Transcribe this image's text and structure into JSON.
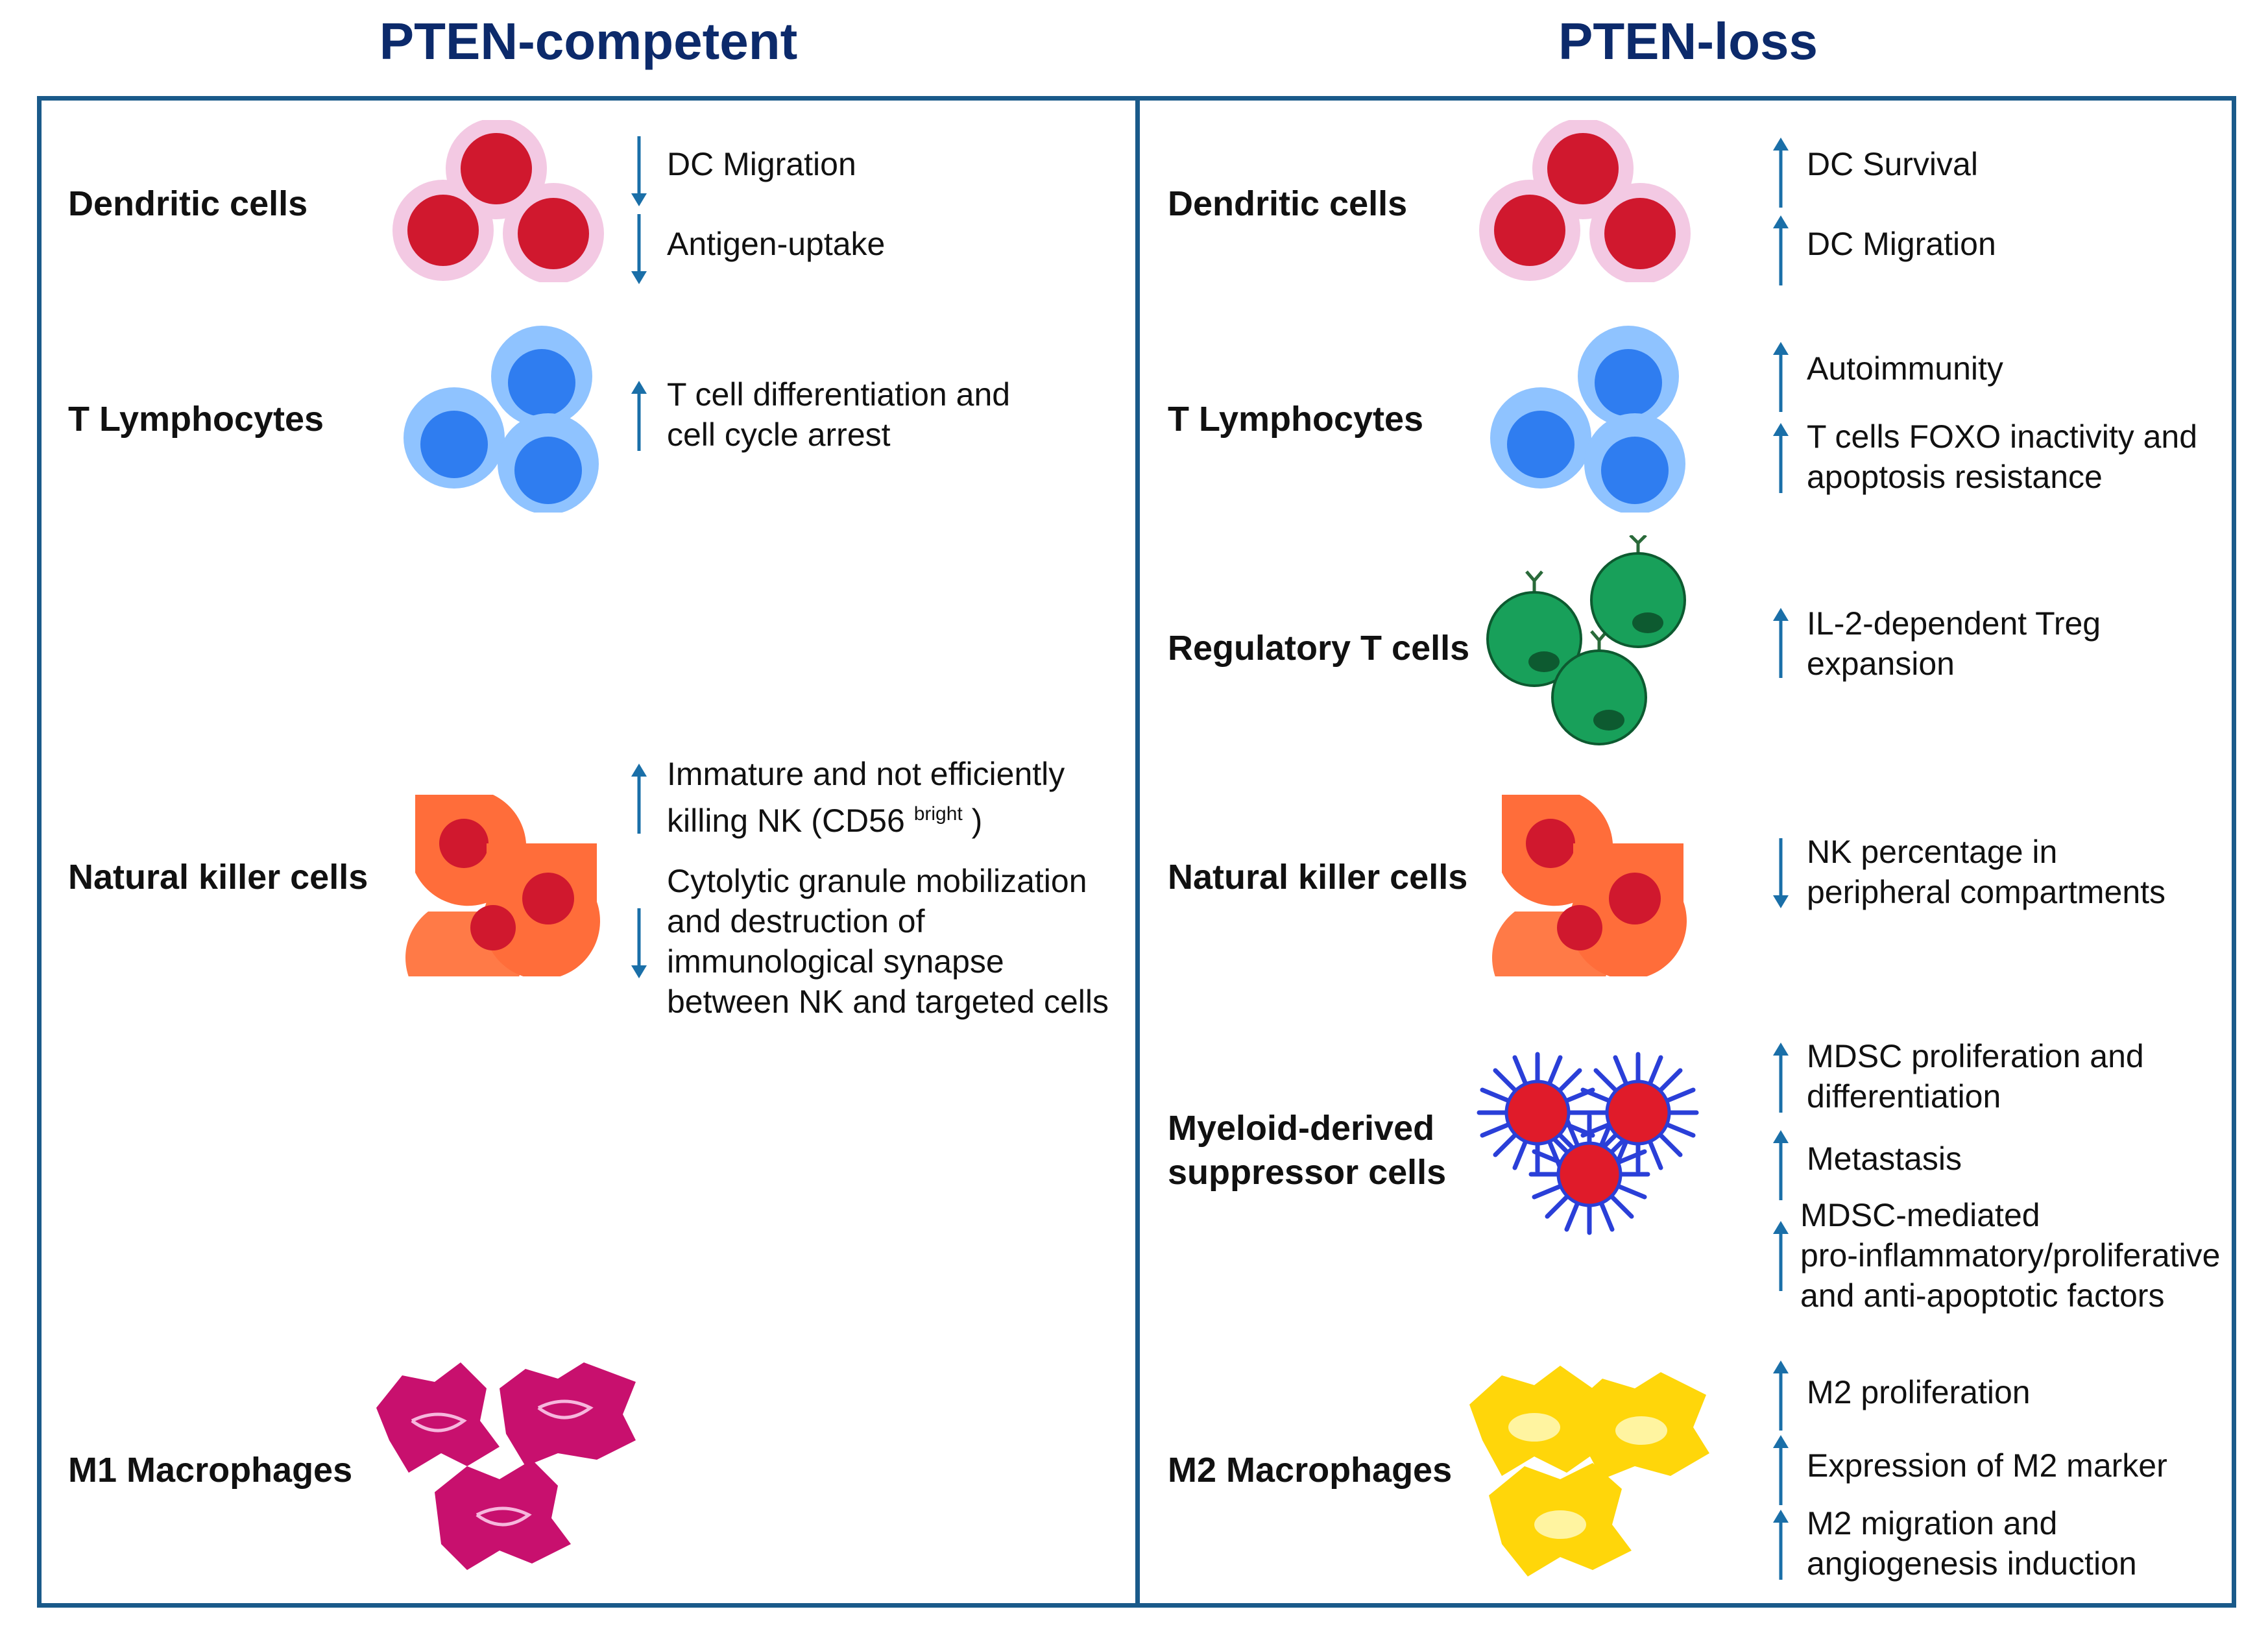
{
  "left": {
    "title": "PTEN-competent",
    "rows": [
      {
        "label": "Dendritic cells",
        "icon": "dendritic-cells-icon",
        "effects": [
          {
            "dir": "down",
            "text": [
              "DC Migration"
            ]
          },
          {
            "dir": "down",
            "text": [
              "Antigen-uptake"
            ]
          }
        ]
      },
      {
        "label": "T Lymphocytes",
        "icon": "t-lymphocytes-icon",
        "effects": [
          {
            "dir": "up",
            "text": [
              "T cell differentiation and",
              "cell cycle arrest"
            ]
          }
        ]
      },
      {
        "label": "Natural killer cells",
        "icon": "nk-cells-icon",
        "effects": [
          {
            "dir": "up",
            "text": [
              "Immature and not efficiently",
              "killing NK (CD56"
            ],
            "sup": "bright",
            "suffix": " )"
          },
          {
            "dir": "down",
            "text": [
              "Cytolytic granule mobilization",
              "and destruction of",
              "immunological synapse",
              "between NK and targeted cells"
            ]
          }
        ]
      },
      {
        "label": "M1 Macrophages",
        "icon": "m1-macrophages-icon",
        "effects": []
      }
    ]
  },
  "right": {
    "title": "PTEN-loss",
    "rows": [
      {
        "label": "Dendritic cells",
        "icon": "dendritic-cells-icon",
        "effects": [
          {
            "dir": "up",
            "text": [
              "DC Survival"
            ]
          },
          {
            "dir": "up",
            "text": [
              "DC Migration"
            ]
          }
        ]
      },
      {
        "label": "T Lymphocytes",
        "icon": "t-lymphocytes-icon",
        "effects": [
          {
            "dir": "up",
            "text": [
              "Autoimmunity"
            ]
          },
          {
            "dir": "up",
            "text": [
              "T cells FOXO inactivity and",
              "apoptosis resistance"
            ]
          }
        ]
      },
      {
        "label": "Regulatory T cells",
        "icon": "regulatory-t-cells-icon",
        "effects": [
          {
            "dir": "up",
            "text": [
              "IL-2-dependent Treg",
              "expansion"
            ]
          }
        ]
      },
      {
        "label": "Natural killer cells",
        "icon": "nk-cells-icon",
        "effects": [
          {
            "dir": "down",
            "text": [
              "NK percentage in",
              "peripheral compartments"
            ]
          }
        ]
      },
      {
        "label": [
          "Myeloid-derived",
          "suppressor cells"
        ],
        "icon": "mdsc-icon",
        "effects": [
          {
            "dir": "up",
            "text": [
              "MDSC proliferation and",
              "differentiation"
            ]
          },
          {
            "dir": "up",
            "text": [
              "Metastasis"
            ]
          },
          {
            "dir": "up",
            "text": [
              "MDSC-mediated",
              "pro-inflammatory/proliferative",
              "and anti-apoptotic factors"
            ]
          }
        ]
      },
      {
        "label": "M2 Macrophages",
        "icon": "m2-macrophages-icon",
        "effects": [
          {
            "dir": "up",
            "text": [
              "M2 proliferation"
            ]
          },
          {
            "dir": "up",
            "text": [
              "Expression of M2 marker"
            ]
          },
          {
            "dir": "up",
            "text": [
              "M2 migration and",
              "angiogenesis induction"
            ]
          }
        ]
      }
    ]
  },
  "colors": {
    "title": "#0c2a6b",
    "border": "#1a5a8a",
    "arrow": "#1a6fa8",
    "dendritic": "#d0182e",
    "t_outer": "#8fc3ff",
    "t_inner": "#2f7df0",
    "treg": "#18a05a",
    "nk": "#ff6d3a",
    "m1": "#c8106e",
    "mdsc_spike": "#2a3fd8",
    "m2": "#ffd60a"
  }
}
